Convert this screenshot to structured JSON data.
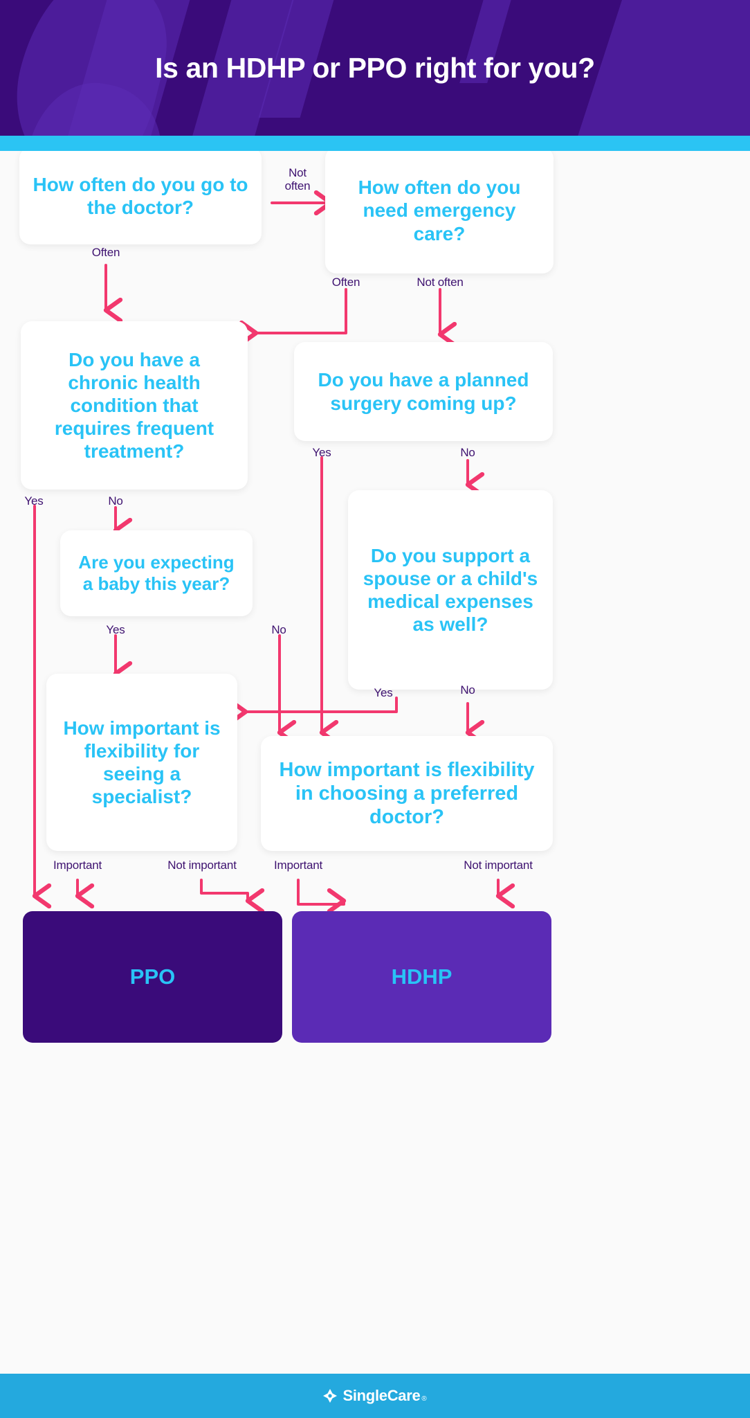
{
  "header": {
    "title": "Is an HDHP or PPO right for you?",
    "bg_color": "#3A0B7A",
    "accent_bar_color": "#2BC4F3"
  },
  "colors": {
    "question_text": "#29C3F6",
    "edge_label": "#3E1270",
    "arrow": "#F2386E",
    "card_bg": "#FFFFFF",
    "canvas_bg": "#FAFAFA",
    "ppo_bg": "#3A0B7A",
    "hdhp_bg": "#5B2BB5",
    "footer_bg": "#24A9DE"
  },
  "nodes": {
    "q_doctor_visits": "How often do you go to the doctor?",
    "q_emergency_care": "How often do you need emergency care?",
    "q_chronic": "Do you have a chronic health condition that requires frequent treatment?",
    "q_surgery": "Do you have a planned surgery coming up?",
    "q_baby": "Are you expecting a baby this year?",
    "q_dependents": "Do you support a spouse or a child's medical expenses as well?",
    "q_specialist": "How important is flexibility for seeing a specialist?",
    "q_preferred_doctor": "How important is flexibility in choosing a preferred doctor?",
    "result_ppo": "PPO",
    "result_hdhp": "HDHP"
  },
  "edge_labels": {
    "doctor_not_often": "Not often",
    "doctor_often": "Often",
    "emergency_often": "Often",
    "emergency_not_often": "Not often",
    "chronic_yes": "Yes",
    "chronic_no": "No",
    "surgery_yes": "Yes",
    "surgery_no": "No",
    "baby_yes": "Yes",
    "baby_no": "No",
    "dependents_yes": "Yes",
    "dependents_no": "No",
    "specialist_important": "Important",
    "specialist_not_important": "Not important",
    "preferred_important": "Important",
    "preferred_not_important": "Not important"
  },
  "footer": {
    "brand": "SingleCare",
    "registered_mark": "®"
  },
  "chart_data": {
    "type": "diagram",
    "title": "Is an HDHP or PPO right for you?",
    "diagram_kind": "decision-flowchart",
    "nodes": [
      {
        "id": "q_doctor_visits",
        "text": "How often do you go to the doctor?",
        "kind": "question"
      },
      {
        "id": "q_emergency_care",
        "text": "How often do you need emergency care?",
        "kind": "question"
      },
      {
        "id": "q_chronic",
        "text": "Do you have a chronic health condition that requires frequent treatment?",
        "kind": "question"
      },
      {
        "id": "q_surgery",
        "text": "Do you have a planned surgery coming up?",
        "kind": "question"
      },
      {
        "id": "q_baby",
        "text": "Are you expecting a baby this year?",
        "kind": "question"
      },
      {
        "id": "q_dependents",
        "text": "Do you support a spouse or a child's medical expenses as well?",
        "kind": "question"
      },
      {
        "id": "q_specialist",
        "text": "How important is flexibility for seeing a specialist?",
        "kind": "question"
      },
      {
        "id": "q_preferred_doctor",
        "text": "How important is flexibility in choosing a preferred doctor?",
        "kind": "question"
      },
      {
        "id": "result_ppo",
        "text": "PPO",
        "kind": "result"
      },
      {
        "id": "result_hdhp",
        "text": "HDHP",
        "kind": "result"
      }
    ],
    "edges": [
      {
        "from": "q_doctor_visits",
        "to": "q_emergency_care",
        "label": "Not often"
      },
      {
        "from": "q_doctor_visits",
        "to": "q_chronic",
        "label": "Often"
      },
      {
        "from": "q_emergency_care",
        "to": "q_chronic",
        "label": "Often"
      },
      {
        "from": "q_emergency_care",
        "to": "q_surgery",
        "label": "Not often"
      },
      {
        "from": "q_chronic",
        "to": "result_ppo",
        "label": "Yes"
      },
      {
        "from": "q_chronic",
        "to": "q_baby",
        "label": "No"
      },
      {
        "from": "q_surgery",
        "to": "q_preferred_doctor",
        "label": "Yes"
      },
      {
        "from": "q_surgery",
        "to": "q_dependents",
        "label": "No"
      },
      {
        "from": "q_baby",
        "to": "q_specialist",
        "label": "Yes"
      },
      {
        "from": "q_baby",
        "to": "q_preferred_doctor",
        "label": "No"
      },
      {
        "from": "q_dependents",
        "to": "q_specialist",
        "label": "Yes"
      },
      {
        "from": "q_dependents",
        "to": "q_preferred_doctor",
        "label": "No"
      },
      {
        "from": "q_specialist",
        "to": "result_ppo",
        "label": "Important"
      },
      {
        "from": "q_specialist",
        "to": "result_ppo",
        "label": "Not important"
      },
      {
        "from": "q_preferred_doctor",
        "to": "result_ppo",
        "label": "Important"
      },
      {
        "from": "q_preferred_doctor",
        "to": "result_hdhp",
        "label": "Not important"
      }
    ]
  }
}
